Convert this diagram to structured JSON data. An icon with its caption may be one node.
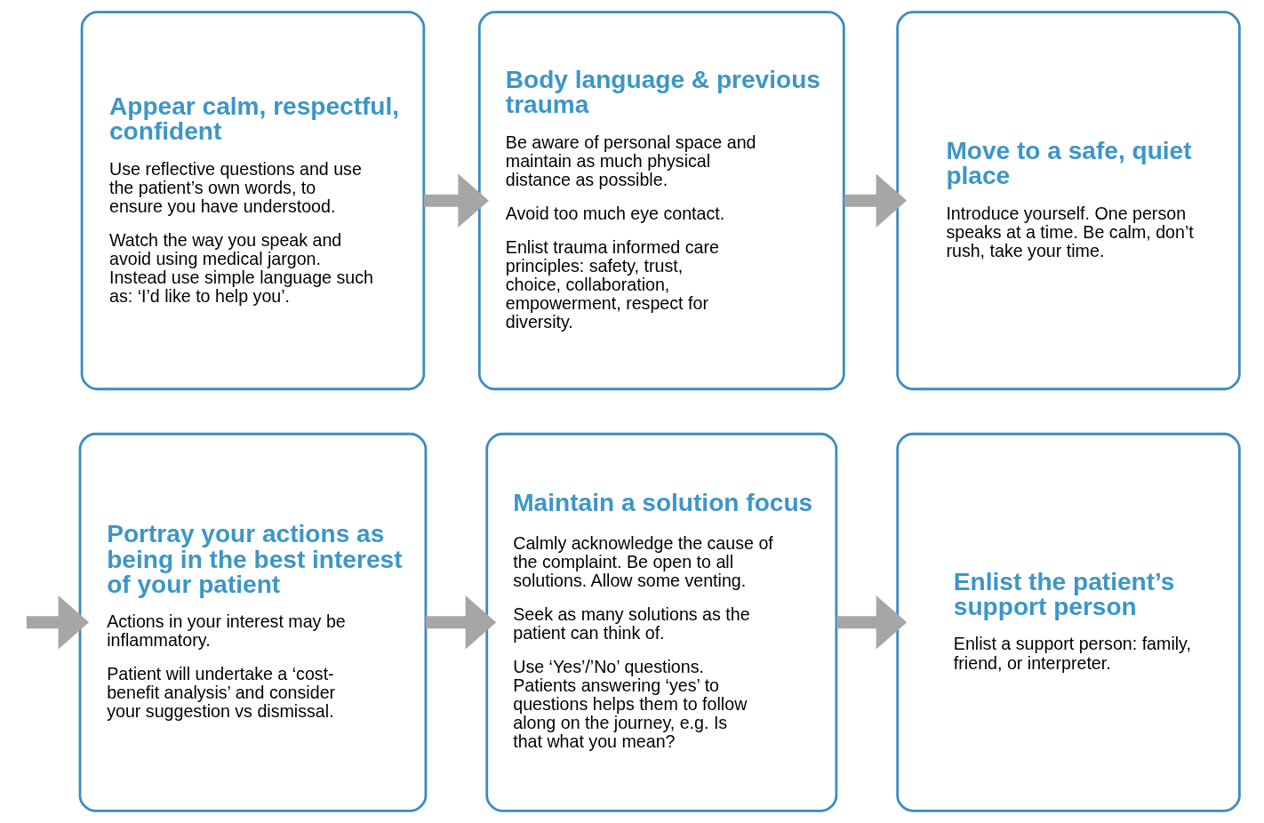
{
  "diagram": {
    "nodes": [
      {
        "text": [
          "Appear calm, respectful, confident",
          "Use reflective questions and use the patient’s own words, to ensure you have understood.",
          "Watch the way you speak and avoid using medical jargon. Instead use simple language such as: ‘I’d like to help you’."
        ]
      },
      {
        "text": [
          "Body language & previous trauma",
          "Be aware of personal space and maintain as much physical distance as possible.",
          "Avoid too much eye contact.",
          "Enlist trauma informed care principles: safety, trust, choice, collaboration, empowerment, respect for diversity."
        ]
      },
      {
        "text": [
          "Move to a safe, quiet place",
          "Introduce yourself. One person speaks at a time. Be calm, don’t rush, take your time."
        ]
      },
      {
        "text": [
          "Portray your actions as being in the best interest of your patient",
          "Actions in your interest may be inflammatory.",
          "Patient will undertake a ‘cost-benefit analysis’ and consider your suggestion vs dismissal."
        ]
      },
      {
        "text": [
          "Maintain a solution focus",
          "Calmly acknowledge the cause of the complaint. Be open to all solutions. Allow some venting.",
          "Seek as many solutions as the patient can think of.",
          "Use ‘Yes’/’No’ questions. Patients answering ‘yes’ to questions helps them to follow along on the journey, e.g. Is that what you mean?"
        ]
      },
      {
        "text": [
          "Enlist the patient’s support person",
          "Enlist a support person: family, friend, or interpreter."
        ]
      }
    ],
    "edges": [
      {
        "from": 0,
        "to": 1,
        "arrow": "to"
      },
      {
        "from": 1,
        "to": 2,
        "arrow": "to"
      },
      {
        "from": null,
        "to": 3,
        "arrow": "to"
      },
      {
        "from": 3,
        "to": 4,
        "arrow": "to"
      },
      {
        "from": 4,
        "to": 5,
        "arrow": "to"
      }
    ]
  }
}
